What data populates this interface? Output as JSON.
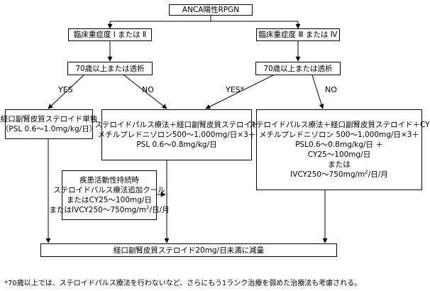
{
  "flow": {
    "root": "ANCA陽性RPGN",
    "severity_left": "臨床重症度 Ⅰ または Ⅱ",
    "severity_right": "臨床重症度 Ⅲ または Ⅳ",
    "age_left": "70歳以上または透析",
    "age_right": "70歳以上または透析",
    "yes_left": "YES",
    "no_left": "NO",
    "yes_right": "YES*",
    "no_right": "NO",
    "box_a": {
      "line1": "経口副腎皮質ステロイド単独",
      "line2": "（PSL 0.6〜1.0mg/kg/日）"
    },
    "box_b": {
      "line1": "ステロイドパルス療法＋経口副腎皮質ステロイド",
      "line2": "メチルプレドニゾロン500〜1,000mg/日×3＋",
      "line3": "PSL 0.6〜0.8mg/kg/日"
    },
    "box_c": {
      "line1": "ステロイドパルス療法＋経口副腎皮質ステロイド＋CY",
      "line2": "メチルプレドニゾロン 500〜1,000mg/日×3＋",
      "line3": "PSL0.6〜0.8mg/kg/日 ＋",
      "line4": "CY25〜100mg/日",
      "line5": "または",
      "line6_prefix": "IVCY250〜750mg/m",
      "line6_sup": "2",
      "line6_suffix": "/日/月"
    },
    "box_d": {
      "line1": "疾患活動性持続時",
      "line2": "ステロイドパルス療法追加クール",
      "line3": "またはCY25〜100mg/日",
      "line4_prefix": "またはIVCY250〜750mg/m",
      "line4_sup": "2",
      "line4_suffix": "/日/月"
    },
    "final": "経口副腎皮質ステロイド20mg/日未満に減量"
  },
  "footnote": "*70歳以上では、ステロイドパルス療法を行わないなど、さらにもう1ランク治療を弱めた治療法も考慮される。"
}
